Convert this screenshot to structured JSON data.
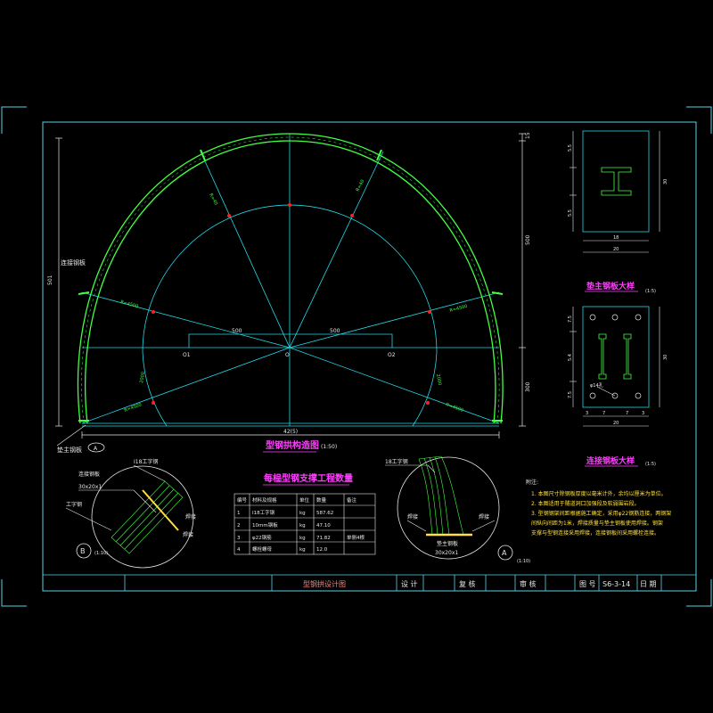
{
  "colors": {
    "background": "#000000",
    "border": "#5ad2e6",
    "arch": "#44ff44",
    "construction": "#22d8e8",
    "dimension": "#e8e8e8",
    "marker": "#ff2020",
    "title_red": "#ff3030",
    "title_magenta": "#ff40ff",
    "note_yellow": "#ffe040"
  },
  "main_view": {
    "title": "型钢拱构造图",
    "scale": "(1:50)",
    "bottom_dimension": "42(5)",
    "left_height": "501",
    "right_height_upper": "500",
    "right_height_lower": "300",
    "right_top": "15",
    "labels": {
      "connection_plate": "连接钢板",
      "base_plate": "垫主钢板",
      "radial_label_left_upper": "R=40",
      "radial_label_right_upper": "R=40",
      "radial_label_left_mid": "R=4500",
      "radial_label_right_mid": "R=4500",
      "radial_label_left_low": "R=4500",
      "radial_label_right_low": "R=4500",
      "center_span_left": "500",
      "center_span_right": "500",
      "center_mark": "O",
      "left_mark": "O1",
      "right_mark": "O2",
      "arc_left": "2000",
      "arc_right": "2000",
      "section_a": "A"
    }
  },
  "detail_b": {
    "label": "B",
    "scale": "(1:10)",
    "steel_label": "I18工字钢",
    "plate_label": "连接钢板",
    "plate_size": "30x20x1",
    "rib_label": "工字钢",
    "weld_label_1": "焊接",
    "weld_label_2": "焊接"
  },
  "detail_a": {
    "label": "A",
    "scale": "(1:10)",
    "steel_label": "18工字钢",
    "plate_label": "垫主钢板",
    "plate_size": "30x20x1",
    "weld_label_1": "焊接",
    "weld_label_2": "焊接"
  },
  "quantity_table": {
    "title": "每榀型钢支撑工程数量",
    "headers": [
      "编号",
      "材料及规格",
      "单位",
      "数量",
      "备注"
    ],
    "rows": [
      [
        "1",
        "I18工字钢",
        "kg",
        "587.62",
        ""
      ],
      [
        "2",
        "10mm钢板",
        "kg",
        "47.10",
        ""
      ],
      [
        "3",
        "φ22钢筋",
        "kg",
        "71.82",
        "单侧4根"
      ],
      [
        "4",
        "螺栓螺母",
        "kg",
        "12.0",
        ""
      ]
    ]
  },
  "right_details": {
    "top": {
      "title": "垫主钢板大样",
      "scale": "(1:5)",
      "dims_bottom_inner": "18",
      "dims_bottom_outer": "20",
      "dims_left_top": "5.5",
      "dims_left_bottom": "5.5",
      "dims_right": "30"
    },
    "bottom": {
      "title": "连接钢板大样",
      "scale": "(1:5)",
      "bolt_label": "φ14孔",
      "dims_bottom_parts": [
        "3",
        "7",
        "7",
        "3"
      ],
      "dims_bottom_total": "20",
      "dims_left": [
        "7.5",
        "5.4",
        "7.5"
      ],
      "dims_right": "30"
    }
  },
  "notes": {
    "heading": "附注:",
    "items": [
      "1. 本图尺寸除钢板厚度以毫米计外，余均以厘米为单位。",
      "2. 本图适用于隧道洞口加强段及软弱围岩段。",
      "3. 型钢钢架间距根据施工确定，采用φ22钢筋连接，两钢架",
      "   间纵向间距为1米，焊接质量与垫主钢板使用焊接。钢架",
      "   支撑与型钢连接采用焊接，连接钢板间采用螺栓连接。"
    ]
  },
  "title_block": {
    "drawing_title": "型钢拱设计图",
    "design_label": "设 计",
    "review_label": "复 核",
    "approve_label": "审 核",
    "drawing_no_label": "图 号",
    "drawing_no": "S6-3-14",
    "date_label": "日 期"
  }
}
